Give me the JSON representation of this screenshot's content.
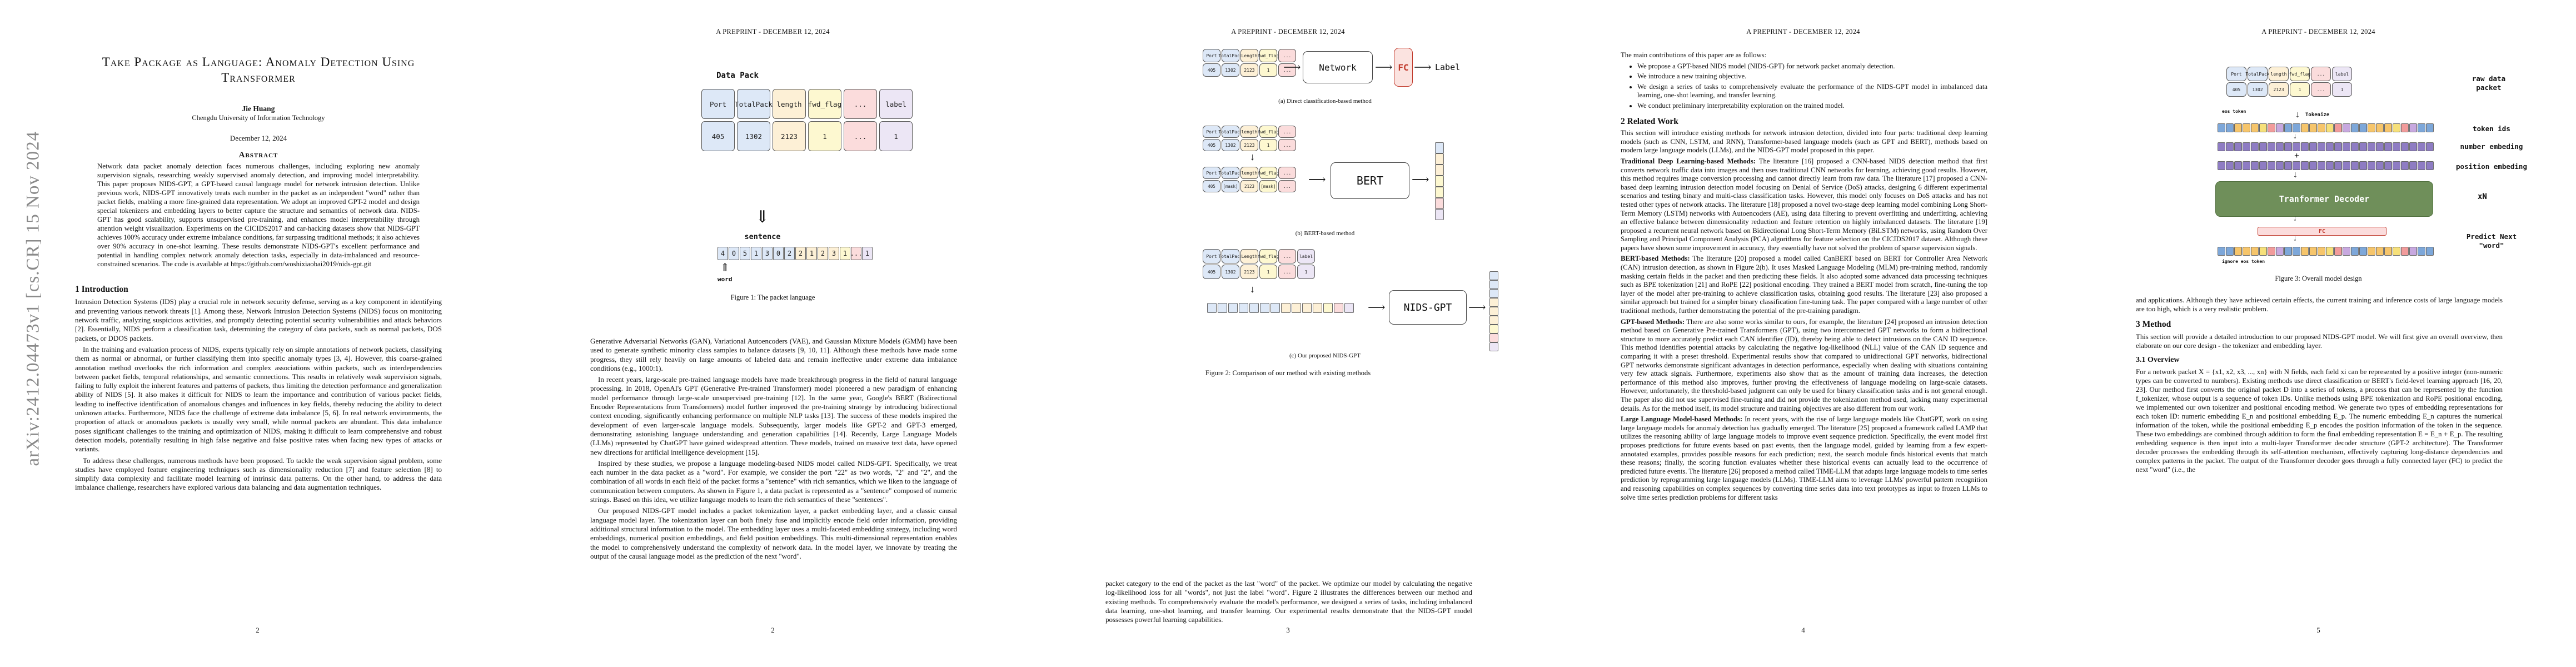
{
  "running_head": "A PREPRINT - DECEMBER 12, 2024",
  "page1": {
    "arxiv_stamp": "arXiv:2412.04473v1  [cs.CR]  15 Nov 2024",
    "title_line1": "Take Package as Language: Anomaly Detection Using",
    "title_line2": "Transformer",
    "author": "Jie Huang",
    "affiliation": "Chengdu University of Information Technology",
    "date": "December 12, 2024",
    "abstract_heading": "Abstract",
    "abstract": "Network data packet anomaly detection faces numerous challenges, including exploring new anomaly supervision signals, researching weakly supervised anomaly detection, and improving model interpretability. This paper proposes NIDS-GPT, a GPT-based causal language model for network intrusion detection. Unlike previous work, NIDS-GPT innovatively treats each number in the packet as an independent \"word\" rather than packet fields, enabling a more fine-grained data representation. We adopt an improved GPT-2 model and design special tokenizers and embedding layers to better capture the structure and semantics of network data. NIDS-GPT has good scalability, supports unsupervised pre-training, and enhances model interpretability through attention weight visualization. Experiments on the CICIDS2017 and car-hacking datasets show that NIDS-GPT achieves 100% accuracy under extreme imbalance conditions, far surpassing traditional methods; it also achieves over 90% accuracy in one-shot learning. These results demonstrate NIDS-GPT's excellent performance and potential in handling complex network anomaly detection tasks, especially in data-imbalanced and resource-constrained scenarios. The code is available at https://github.com/woshixiaobai2019/nids-gpt.git",
    "section1": "1   Introduction",
    "intro_p1": "Intrusion Detection Systems (IDS) play a crucial role in network security defense, serving as a key component in identifying and preventing various network threats [1]. Among these, Network Intrusion Detection Systems (NIDS) focus on monitoring network traffic, analyzing suspicious activities, and promptly detecting potential security vulnerabilities and attack behaviors [2]. Essentially, NIDS perform a classification task, determining the category of data packets, such as normal packets, DOS packets, or DDOS packets.",
    "intro_p2": "In the training and evaluation process of NIDS, experts typically rely on simple annotations of network packets, classifying them as normal or abnormal, or further classifying them into specific anomaly types [3, 4]. However, this coarse-grained annotation method overlooks the rich information and complex associations within packets, such as interdependencies between packet fields, temporal relationships, and semantic connections. This results in relatively weak supervision signals, failing to fully exploit the inherent features and patterns of packets, thus limiting the detection performance and generalization ability of NIDS [5]. It also makes it difficult for NIDS to learn the importance and contribution of various packet fields, leading to ineffective identification of anomalous changes and influences in key fields, thereby reducing the ability to detect unknown attacks. Furthermore, NIDS face the challenge of extreme data imbalance [5, 6]. In real network environments, the proportion of attack or anomalous packets is usually very small, while normal packets are abundant. This data imbalance poses significant challenges to the training and optimization of NIDS, making it difficult to learn comprehensive and robust detection models, potentially resulting in high false negative and false positive rates when facing new types of attacks or variants.",
    "intro_p3": "To address these challenges, numerous methods have been proposed. To tackle the weak supervision signal problem, some studies have employed feature engineering techniques such as dimensionality reduction [7] and feature selection [8] to simplify data complexity and facilitate model learning of intrinsic data patterns. On the other hand, to address the data imbalance challenge, researchers have explored various data balancing and data augmentation techniques.",
    "page_number": "2"
  },
  "page2": {
    "fig1_header": "Data Pack",
    "fig1_fields": [
      "Port",
      "TotalPack",
      "length",
      "fwd_flag",
      "...",
      "label"
    ],
    "fig1_values": [
      "405",
      "1302",
      "2123",
      "1",
      "...",
      "1"
    ],
    "fig1_field_colors": [
      "#dde8f7",
      "#dde8f7",
      "#fdf0d6",
      "#fdf8d0",
      "#fbdcdc",
      "#ece6f5"
    ],
    "fig1_sentence_label": "sentence",
    "fig1_tokens": [
      "4",
      "0",
      "5",
      "1",
      "3",
      "0",
      "2",
      "2",
      "1",
      "2",
      "3",
      "1",
      "...",
      "1"
    ],
    "fig1_word_label": "word",
    "fig1_caption": "Figure 1: The packet language",
    "para1": "Generative Adversarial Networks (GAN), Variational Autoencoders (VAE), and Gaussian Mixture Models (GMM) have been used to generate synthetic minority class samples to balance datasets [9, 10, 11]. Although these methods have made some progress, they still rely heavily on large amounts of labeled data and remain ineffective under extreme data imbalance conditions (e.g., 1000:1).",
    "para2": "In recent years, large-scale pre-trained language models have made breakthrough progress in the field of natural language processing. In 2018, OpenAI's GPT (Generative Pre-trained Transformer) model pioneered a new paradigm of enhancing model performance through large-scale unsupervised pre-training [12]. In the same year, Google's BERT (Bidirectional Encoder Representations from Transformers) model further improved the pre-training strategy by introducing bidirectional context encoding, significantly enhancing performance on multiple NLP tasks [13]. The success of these models inspired the development of even larger-scale language models. Subsequently, larger models like GPT-2 and GPT-3 emerged, demonstrating astonishing language understanding and generation capabilities [14]. Recently, Large Language Models (LLMs) represented by ChatGPT have gained widespread attention. These models, trained on massive text data, have opened new directions for artificial intelligence development [15].",
    "para3": "Inspired by these studies, we propose a language modeling-based NIDS model called NIDS-GPT. Specifically, we treat each number in the data packet as a \"word\". For example, we consider the port \"22\" as two words, \"2\" and \"2\", and the combination of all words in each field of the packet forms a \"sentence\" with rich semantics, which we liken to the language of communication between computers. As shown in Figure 1, a data packet is represented as a \"sentence\" composed of numeric strings. Based on this idea, we utilize language models to learn the rich semantics of these \"sentences\".",
    "para4": "Our proposed NIDS-GPT model includes a packet tokenization layer, a packet embedding layer, and a classic causal language model layer. The tokenization layer can both finely fuse and implicitly encode field order information, providing additional structural information to the model. The embedding layer uses a multi-faceted embedding strategy, including word embeddings, numerical position embeddings, and field position embeddings. This multi-dimensional representation enables the model to comprehensively understand the complexity of network data. In the model layer, we innovate by treating the output of the causal language model as the prediction of the next \"word\".",
    "page_number": "2"
  },
  "page3": {
    "fig2a_fields": [
      "Port",
      "TotalPack",
      "Length",
      "fwd_flag",
      "..."
    ],
    "fig2a_values": [
      "405",
      "1302",
      "2123",
      "1",
      "..."
    ],
    "fig2a_network": "Network",
    "fig2a_fc": "FC",
    "fig2a_label": "Label",
    "fig2a_caption": "(a) Direct classification-based method",
    "fig2b_fields": [
      "Port",
      "TotalPack",
      "length",
      "fwd_flag",
      "..."
    ],
    "fig2b_values": [
      "405",
      "1302",
      "2123",
      "1",
      "..."
    ],
    "fig2b_masked": [
      "405",
      "[mask]",
      "2123",
      "[mask]",
      "..."
    ],
    "fig2b_model": "BERT",
    "fig2b_caption": "(b) BERT-based method",
    "fig2c_fields": [
      "Port",
      "TotalPack",
      "Length",
      "fwd_flag",
      "...",
      "label"
    ],
    "fig2c_values": [
      "405",
      "1302",
      "2123",
      "1",
      "...",
      "1"
    ],
    "fig2c_model": "NIDS-GPT",
    "fig2c_caption": "(c) Our proposed NIDS-GPT",
    "fig2_caption": "Figure 2:  Comparison of our method with existing methods",
    "para1": "packet category to the end of the packet as the last \"word\" of the packet. We optimize our model by calculating the negative log-likelihood loss for all \"words\", not just the label \"word\". Figure 2 illustrates the differences between our method and existing methods. To comprehensively evaluate the model's performance, we designed a series of tasks, including imbalanced data learning, one-shot learning, and transfer learning. Our experimental results demonstrate that the NIDS-GPT model possesses powerful learning capabilities.",
    "page_number": "3"
  },
  "page4": {
    "contrib_intro": "The main contributions of this paper are as follows:",
    "contributions": [
      "We propose a GPT-based NIDS model (NIDS-GPT) for network packet anomaly detection.",
      "We introduce a new training objective.",
      "We design a series of tasks to comprehensively evaluate the performance of the NIDS-GPT model in imbalanced data learning, one-shot learning, and transfer learning.",
      "We conduct preliminary interpretability exploration on the trained model."
    ],
    "section2": "2   Related Work",
    "rw_intro": "This section will introduce existing methods for network intrusion detection, divided into four parts: traditional deep learning models (such as CNN, LSTM, and RNN), Transformer-based language models (such as GPT and BERT), methods based on modern large language models (LLMs), and the NIDS-GPT model proposed in this paper.",
    "tdl_head": "Traditional Deep Learning-based Methods:",
    "tdl_text": "The literature [16] proposed a CNN-based NIDS detection method that first converts network traffic data into images and then uses traditional CNN networks for learning, achieving good results. However, this method requires image conversion processing and cannot directly learn from raw data. The literature [17] proposed a CNN-based deep learning intrusion detection model focusing on Denial of Service (DoS) attacks, designing 6 different experimental scenarios and testing binary and multi-class classification tasks. However, this model only focuses on DoS attacks and has not tested other types of network attacks. The literature [18] proposed a novel two-stage deep learning model combining Long Short-Term Memory (LSTM) networks with Autoencoders (AE), using data filtering to prevent overfitting and underfitting, achieving an effective balance between dimensionality reduction and feature retention on highly imbalanced datasets. The literature [19] proposed a recurrent neural network based on Bidirectional Long Short-Term Memory (BiLSTM) networks, using Random Over Sampling and Principal Component Analysis (PCA) algorithms for feature selection on the CICIDS2017 dataset. Although these papers have shown some improvement in accuracy, they essentially have not solved the problem of sparse supervision signals.",
    "bert_head": "BERT-based Methods:",
    "bert_text": "The literature [20] proposed a model called CanBERT based on BERT for Controller Area Network (CAN) intrusion detection, as shown in Figure 2(b). It uses Masked Language Modeling (MLM) pre-training method, randomly masking certain fields in the packet and then predicting these fields. It also adopted some advanced data processing techniques such as BPE tokenization [21] and RoPE [22] positional encoding. They trained a BERT model from scratch, fine-tuning the top layer of the model after pre-training to achieve classification tasks, obtaining good results. The literature [23] also proposed a similar approach but trained for a simpler binary classification fine-tuning task. The paper compared with a large number of other traditional methods, further demonstrating the potential of the pre-training paradigm.",
    "gpt_head": "GPT-based Methods:",
    "gpt_text": "There are also some works similar to ours, for example, the literature [24] proposed an intrusion detection method based on Generative Pre-trained Transformers (GPT), using two interconnected GPT networks to form a bidirectional structure to more accurately predict each CAN identifier (ID), thereby being able to detect intrusions on the CAN ID sequence. This method identifies potential attacks by calculating the negative log-likelihood (NLL) value of the CAN ID sequence and comparing it with a preset threshold. Experimental results show that compared to unidirectional GPT networks, bidirectional GPT networks demonstrate significant advantages in detection performance, especially when dealing with situations containing very few attack signals. Furthermore, experiments also show that as the amount of training data increases, the detection performance of this method also improves, further proving the effectiveness of language modeling on large-scale datasets. However, unfortunately, the threshold-based judgment can only be used for binary classification tasks and is not general enough. The paper also did not use supervised fine-tuning and did not provide the tokenization method used, lacking many experimental details. As for the method itself, its model structure and training objectives are also different from our work.",
    "llm_head": "Large Language Model-based Methods:",
    "llm_text": "In recent years, with the rise of large language models like ChatGPT, work on using large language models for anomaly detection has gradually emerged. The literature [25] proposed a framework called LAMP that utilizes the reasoning ability of large language models to improve event sequence prediction. Specifically, the event model first proposes predictions for future events based on past events, then the language model, guided by learning from a few expert-annotated examples, provides possible reasons for each prediction; next, the search module finds historical events that match these reasons; finally, the scoring function evaluates whether these historical events can actually lead to the occurrence of predicted future events. The literature [26] proposed a method called TIME-LLM that adapts large language models to time series prediction by reprogramming large language models (LLMs). TIME-LLM aims to leverage LLMs' powerful pattern recognition and reasoning capabilities on complex sequences by converting time series data into text prototypes as input to frozen LLMs to solve time series prediction problems for different tasks",
    "page_number": "4"
  },
  "page5": {
    "fig3_raw_label": "raw data packet",
    "fig3_fields": [
      "Port",
      "TotalPack",
      "length",
      "fwd_flag",
      "...",
      "label"
    ],
    "fig3_values": [
      "405",
      "1302",
      "2123",
      "1",
      "...",
      "1"
    ],
    "fig3_eos_label": "eos token",
    "fig3_tokenize_label": "Tokenize",
    "fig3_token_ids_label": "token ids",
    "fig3_number_emb_label": "number embeding",
    "fig3_position_emb_label": "position embeding",
    "fig3_decoder_label": "Tranformer Decoder",
    "fig3_xn_label": "xN",
    "fig3_fc_label": "FC",
    "fig3_predict_label": "Predict Next \"word\"",
    "fig3_ignore_label": "ignore eos token",
    "fig3_token_colors": [
      "#7da7d9",
      "#7da7d9",
      "#f6c56b",
      "#f6c56b",
      "#f6c56b",
      "#f6e07a",
      "#f19b9b",
      "#c7a8df"
    ],
    "fig3_caption": "Figure 3: Overall model design",
    "tail_text": "and applications. Although they have achieved certain effects, the current training and inference costs of large language models are too high, which is a very realistic problem.",
    "section3": "3   Method",
    "method_intro": "This section will provide a detailed introduction to our proposed NIDS-GPT model. We will first give an overall overview, then elaborate on our core design - the tokenizer and embedding layer.",
    "section31": "3.1   Overview",
    "overview_text": "For a network packet X = {x1, x2, x3, ..., xn} with N fields, each field xi can be represented by a positive integer (non-numeric types can be converted to numbers). Existing methods use direct classification or BERT's field-level learning approach [16, 20, 23]. Our method first converts the original packet D into a series of tokens, a process that can be represented by the function f_tokenizer, whose output is a sequence of token IDs. Unlike methods using BPE tokenization and RoPE positional encoding, we implemented our own tokenizer and positional encoding method. We generate two types of embedding representations for each token ID: numeric embedding E_n and positional embedding E_p. The numeric embedding E_n captures the numerical information of the token, while the positional embedding E_p encodes the position information of the token in the sequence. These two embeddings are combined through addition to form the final embedding representation E = E_n + E_p. The resulting embedding sequence is then input into a multi-layer Transformer decoder structure (GPT-2 architecture). The Transformer decoder processes the embedding through its self-attention mechanism, effectively capturing long-distance dependencies and complex patterns in the packet. The output of the Transformer decoder goes through a fully connected layer (FC) to predict the next \"word\" (i.e., the",
    "page_number": "5"
  }
}
